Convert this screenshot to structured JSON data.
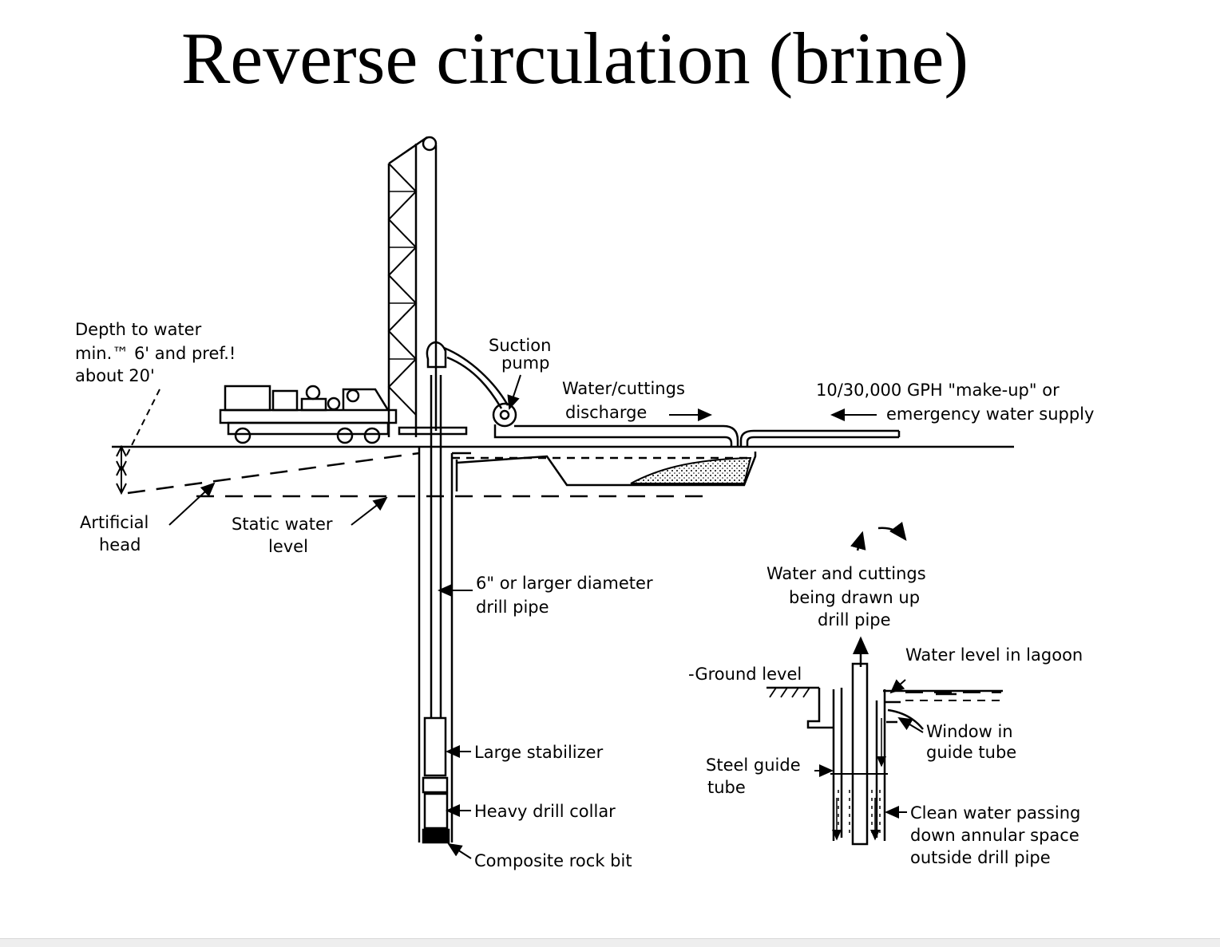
{
  "title": "Reverse circulation (brine)",
  "labels": {
    "depth": [
      "Depth to water",
      "min.™ 6' and pref.!",
      "about 20'"
    ],
    "suction_pump": [
      "Suction",
      "pump"
    ],
    "discharge": [
      "Water/cuttings",
      "discharge"
    ],
    "makeup": [
      "10/30,000 GPH \"make-up\" or",
      "emergency water supply"
    ],
    "artificial_head": [
      "Artificial",
      "head"
    ],
    "static_water": [
      "Static water",
      "level"
    ],
    "drill_pipe": [
      "6\" or larger diameter",
      "drill pipe"
    ],
    "large_stabilizer": "Large stabilizer",
    "heavy_drill_collar": "Heavy drill collar",
    "composite_rock_bit": "Composite rock bit",
    "water_cuttings_up": [
      "Water and cuttings",
      "being drawn up",
      "drill pipe"
    ],
    "ground_level": "-Ground level",
    "water_level_lagoon": "Water level in lagoon",
    "window_guide_tube": [
      "Window in",
      "guide tube"
    ],
    "steel_guide_tube": [
      "Steel guide",
      "tube"
    ],
    "clean_water": [
      "Clean water passing",
      "down annular space",
      "outside drill pipe"
    ]
  }
}
